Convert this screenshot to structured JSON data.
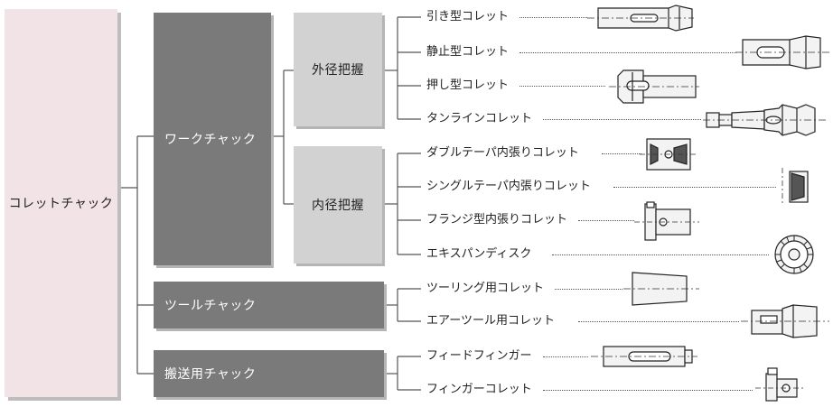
{
  "root": {
    "label": "コレットチャック"
  },
  "level1": [
    {
      "id": "work",
      "label": "ワークチャック"
    },
    {
      "id": "tool",
      "label": "ツールチャック"
    },
    {
      "id": "transport",
      "label": "搬送用チャック"
    }
  ],
  "level2": [
    {
      "id": "outer",
      "label": "外径把握"
    },
    {
      "id": "inner",
      "label": "内径把握"
    }
  ],
  "items": [
    {
      "label": "引き型コレット",
      "icon": "pull-collet-icon"
    },
    {
      "label": "静止型コレット",
      "icon": "stationary-collet-icon"
    },
    {
      "label": "押し型コレット",
      "icon": "push-collet-icon"
    },
    {
      "label": "タンラインコレット",
      "icon": "tanline-collet-icon"
    },
    {
      "label": "ダブルテーパ内張りコレット",
      "icon": "double-taper-expanding-collet-icon"
    },
    {
      "label": "シングルテーパ内張りコレット",
      "icon": "single-taper-expanding-collet-icon"
    },
    {
      "label": "フランジ型内張りコレット",
      "icon": "flange-expanding-collet-icon"
    },
    {
      "label": "エキスパンディスク",
      "icon": "expan-disk-icon"
    },
    {
      "label": "ツーリング用コレット",
      "icon": "tooling-collet-icon"
    },
    {
      "label": "エアーツール用コレット",
      "icon": "air-tool-collet-icon"
    },
    {
      "label": "フィードフィンガー",
      "icon": "feed-finger-icon"
    },
    {
      "label": "フィンガーコレット",
      "icon": "finger-collet-icon"
    }
  ]
}
